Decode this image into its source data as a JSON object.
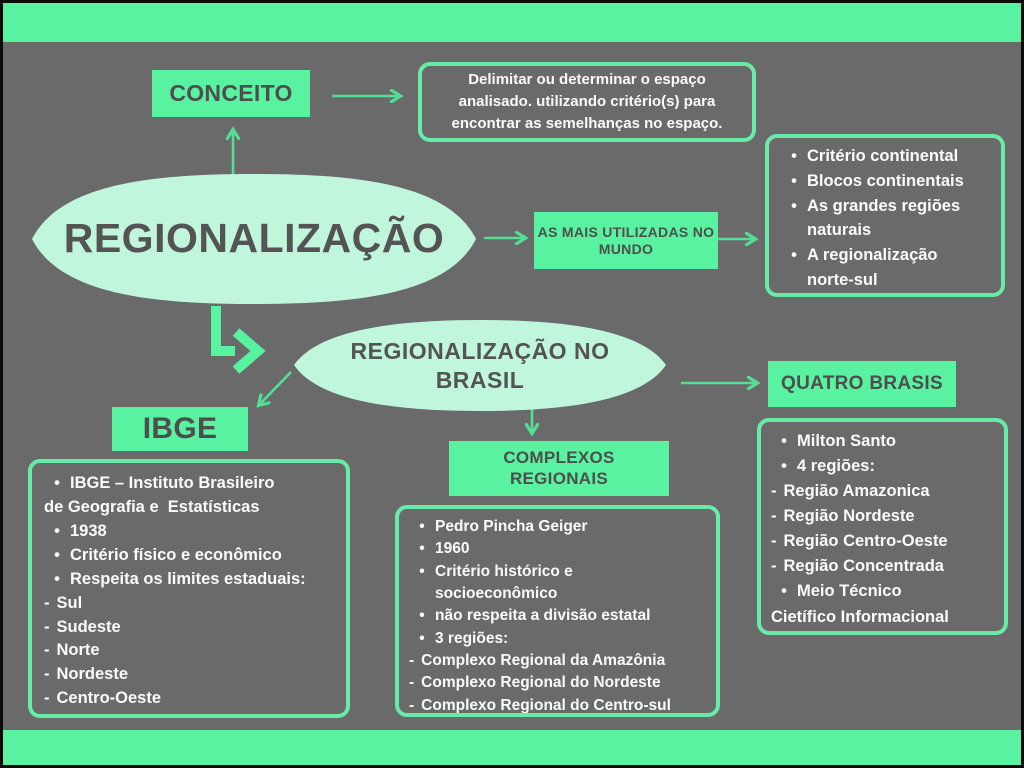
{
  "colors": {
    "background": "#6A6A6A",
    "frame_green": "#58F2A0",
    "node_fill": "#C0F6DB",
    "label_box_green": "#58F2A0",
    "outline_green": "#67EBA7",
    "arrow_green": "#55DE95",
    "dark_text": "#4E4E4E",
    "light_text": "#FBFBFB"
  },
  "nodes": {
    "regionalizacao": {
      "label": "REGIONALIZAÇÃO"
    },
    "conceito": {
      "label": "CONCEITO"
    },
    "definicao": {
      "lines": [
        "Delimitar ou determinar o espaço",
        "analisado. utilizando critério(s) para",
        "encontrar as semelhanças no espaço."
      ]
    },
    "mais_utilizadas": {
      "label": "AS MAIS UTILIZADAS NO MUNDO"
    },
    "mundo_lista": {
      "items": [
        {
          "m": "•",
          "t": "Critério continental"
        },
        {
          "m": "•",
          "t": "Blocos continentais"
        },
        {
          "m": "•",
          "t": "As grandes regiões"
        },
        {
          "m": "",
          "t": "naturais"
        },
        {
          "m": "•",
          "t": "A regionalização"
        },
        {
          "m": "",
          "t": "norte-sul"
        }
      ]
    },
    "regionalizacao_brasil": {
      "label": "REGIONALIZAÇÃO NO BRASIL"
    },
    "ibge": {
      "label": "IBGE"
    },
    "ibge_lista": {
      "items": [
        {
          "m": "•",
          "t": "IBGE – Instituto Brasileiro"
        },
        {
          "m": "",
          "t": "de Geografia e  Estatísticas"
        },
        {
          "m": "•",
          "t": "1938"
        },
        {
          "m": "•",
          "t": "Critério físico e econômico"
        },
        {
          "m": "•",
          "t": "Respeita os limites estaduais:"
        },
        {
          "m": "-",
          "t": "Sul"
        },
        {
          "m": "-",
          "t": "Sudeste"
        },
        {
          "m": "-",
          "t": "Norte"
        },
        {
          "m": "-",
          "t": "Nordeste"
        },
        {
          "m": "-",
          "t": "Centro-Oeste"
        }
      ]
    },
    "complexos": {
      "label": "COMPLEXOS REGIONAIS"
    },
    "complexos_lista": {
      "items": [
        {
          "m": "•",
          "t": "Pedro Pincha Geiger"
        },
        {
          "m": "•",
          "t": "1960"
        },
        {
          "m": "•",
          "t": "Critério histórico e"
        },
        {
          "m": "",
          "t": "socioeconômico"
        },
        {
          "m": "•",
          "t": "não respeita a divisão estatal"
        },
        {
          "m": "•",
          "t": "3 regiões:"
        },
        {
          "m": "-",
          "t": "Complexo Regional da Amazônia"
        },
        {
          "m": "-",
          "t": "Complexo Regional do Nordeste"
        },
        {
          "m": "-",
          "t": "Complexo Regional do Centro-sul"
        }
      ]
    },
    "quatro_brasis": {
      "label": "QUATRO BRASIS"
    },
    "quatro_lista": {
      "items": [
        {
          "m": "•",
          "t": "Milton Santo"
        },
        {
          "m": "•",
          "t": "4 regiões:"
        },
        {
          "m": "-",
          "t": "Região Amazonica"
        },
        {
          "m": "-",
          "t": "Região Nordeste"
        },
        {
          "m": "-",
          "t": "Região Centro-Oeste"
        },
        {
          "m": "-",
          "t": "Região Concentrada"
        },
        {
          "m": "•",
          "t": "Meio Técnico"
        },
        {
          "m": "",
          "t": "Cietífico Informacional"
        }
      ]
    }
  }
}
